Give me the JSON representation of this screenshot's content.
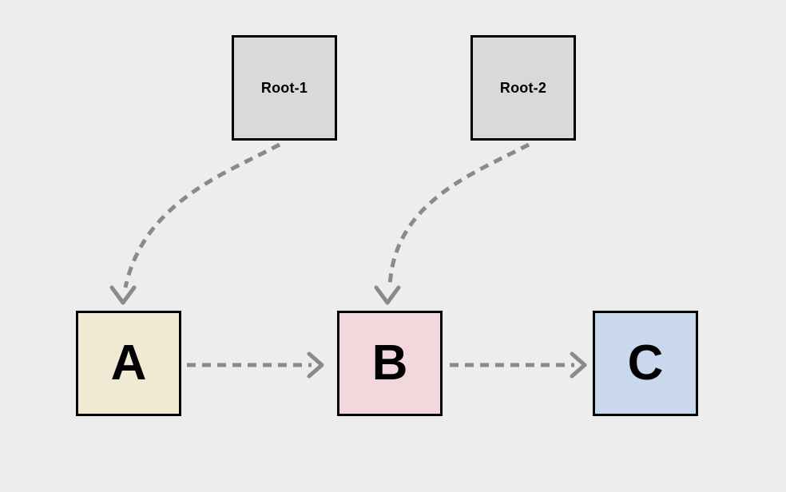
{
  "canvas": {
    "background": "#ededed"
  },
  "diagram": {
    "nodes": [
      {
        "id": "root-1",
        "label": "Root-1",
        "fill": "#d9d9d9",
        "border": "#000000"
      },
      {
        "id": "root-2",
        "label": "Root-2",
        "fill": "#d9d9d9",
        "border": "#000000"
      },
      {
        "id": "a",
        "label": "A",
        "fill": "#f0e9d3",
        "border": "#000000"
      },
      {
        "id": "b",
        "label": "B",
        "fill": "#f2d8dc",
        "border": "#000000"
      },
      {
        "id": "c",
        "label": "C",
        "fill": "#c9d8ec",
        "border": "#000000"
      }
    ],
    "edges": [
      {
        "from": "root-1",
        "to": "a",
        "style": "dashed-curved-arrow"
      },
      {
        "from": "root-2",
        "to": "b",
        "style": "dashed-curved-arrow"
      },
      {
        "from": "a",
        "to": "b",
        "style": "dashed-straight-arrow"
      },
      {
        "from": "b",
        "to": "c",
        "style": "dashed-straight-arrow"
      }
    ],
    "edge_color": "#8a8a8a"
  }
}
